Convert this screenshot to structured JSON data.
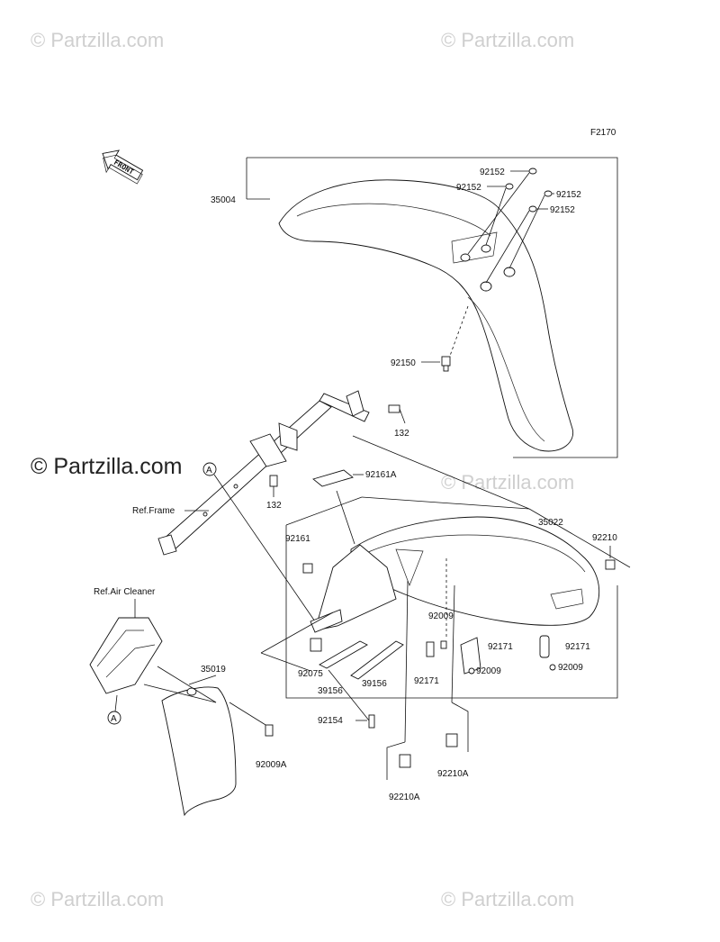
{
  "diagram_code": "F2170",
  "front_arrow_label": "FRONT",
  "watermarks": {
    "small": "© Partzilla.com",
    "large": "© Partzilla.com"
  },
  "labels": {
    "p35004": "35004",
    "p92152_1": "92152",
    "p92152_2": "92152",
    "p92152_3": "92152",
    "p92152_4": "92152",
    "p92150": "92150",
    "p132_1": "132",
    "p132_2": "132",
    "p92161A": "92161A",
    "ref_frame": "Ref.Frame",
    "p35022": "35022",
    "p92210": "92210",
    "p92161": "92161",
    "ref_air_cleaner": "Ref.Air Cleaner",
    "p92009_1": "92009",
    "p92171_1": "92171",
    "p92171_2": "92171",
    "p92171_3": "92171",
    "p92009_2": "92009",
    "p92009_3": "92009",
    "p92075": "92075",
    "p39156_1": "39156",
    "p39156_2": "39156",
    "p35019": "35019",
    "p92154": "92154",
    "p92009A": "92009A",
    "p92210A_1": "92210A",
    "p92210A_2": "92210A",
    "ref_a_1": "A",
    "ref_a_2": "A"
  }
}
